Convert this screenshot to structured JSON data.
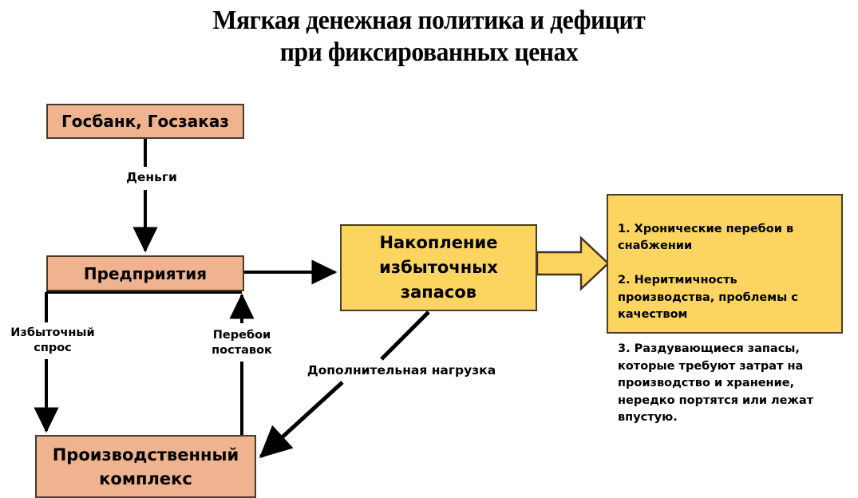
{
  "title": "Мягкая денежная политика и дефицит\nпри фиксированных ценах",
  "colors": {
    "salmon_fill": "#efb38f",
    "yellow_fill": "#fbd55f",
    "box_border": "#4a3b2a",
    "arrow": "#000000",
    "text": "#000000",
    "background": "#ffffff"
  },
  "nodes": {
    "gosbank": "Госбанк, Госзаказ",
    "enterprises": "Предприятия",
    "production_complex": "Производственный\nкомплекс",
    "stock_accumulation": "Накопление\nизбыточных\nзапасов",
    "consequences": "1. Хронические перебои в снабжении\n2. Неритмичность производства, проблемы с качеством\n3. Раздувающиеся запасы, которые требуют затрат на производство и хранение, нередко портятся или лежат впустую."
  },
  "consequences_items": [
    "1. Хронические перебои в снабжении",
    "2. Неритмичность производства, проблемы с качеством",
    "3. Раздувающиеся запасы, которые требуют затрат на производство и хранение, нередко портятся или лежат впустую."
  ],
  "edge_labels": {
    "money": "Деньги",
    "excess_demand": "Избыточный\nспрос",
    "supply_disruptions": "Перебои\nпоставок",
    "extra_load": "Дополнительная нагрузка"
  }
}
